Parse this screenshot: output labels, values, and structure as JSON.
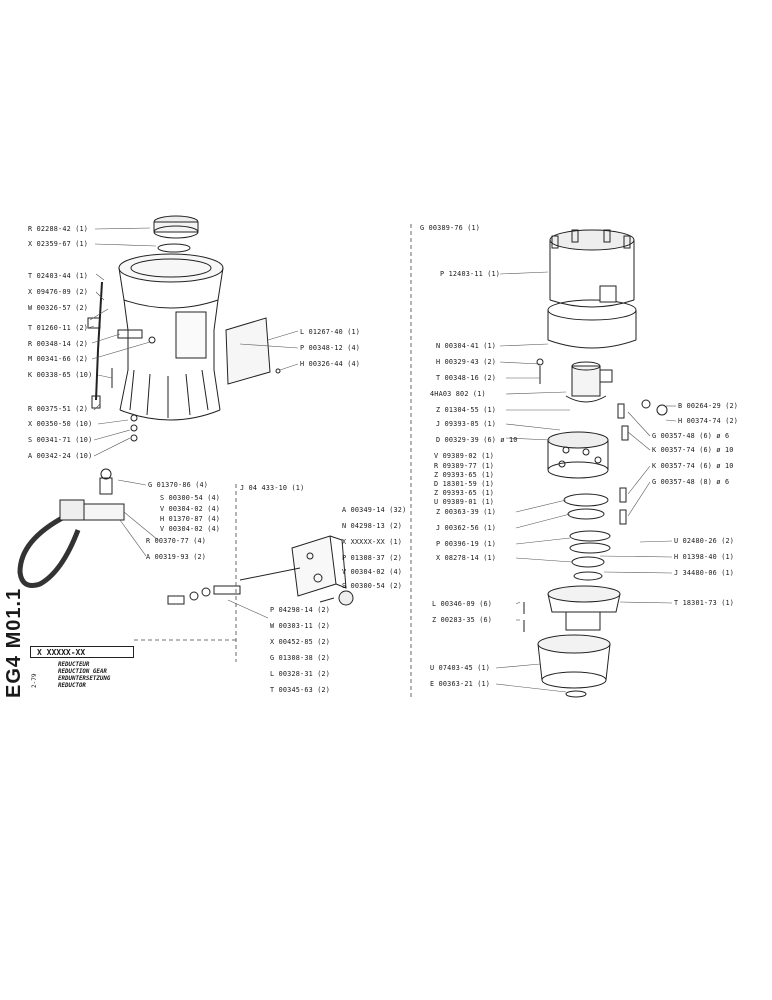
{
  "document": {
    "drawing_code": "EG4 M01.1",
    "date_code": "2-79",
    "ref_number": "X XXXXX-XX",
    "titles": [
      "REDUCTEUR",
      "REDUCTION GEAR",
      "ERDUNTERSETZUNG",
      "REDUCTOR"
    ]
  },
  "left_labels": [
    "R 02288-42 (1)",
    "X 02359-67 (1)",
    "T 02403-44 (1)",
    "X 09476-09 (2)",
    "W 00326-57 (2)",
    "T 01260-11 (2)",
    "R 00348-14 (2)",
    "M 00341-66 (2)",
    "K 00338-65 (10)",
    "R 00375-51 (2)",
    "X 00350-50 (10)",
    "S 00341-71 (10)",
    "A 00342-24 (10)"
  ],
  "mid_labels": [
    "L 01267-40 (1)",
    "P 00348-12 (4)",
    "H 00326-44 (4)"
  ],
  "lower_left_labels": [
    "G 01370-86 (4)",
    "S 00300-54 (4)",
    "V 00304-02 (4)",
    "H 01370-87 (4)",
    "V 00304-02 (4)",
    "R 00370-77 (4)",
    "A 00319-93 (2)"
  ],
  "kit_label": "J 04 433-10 (1)",
  "valve_labels_right": [
    "A 00349-14 (32)",
    "N 04298-13 (2)",
    "X XXXXX-XX (1)",
    "P 01308-37 (2)",
    "V 00304-02 (4)",
    "S 00300-54 (2)"
  ],
  "valve_labels_bottom": [
    "P 04298-14 (2)",
    "W 00303-11 (2)",
    "X 00452-85 (2)",
    "G 01308-38 (2)",
    "L 00328-31 (2)",
    "T 00345-63 (2)"
  ],
  "right_top_label": "G 00389-76 (1)",
  "right_labels_left": [
    "P 12403-11 (1)",
    "N 00304-41 (1)",
    "H 00329-43 (2)",
    "T 00348-16 (2)",
    "4HA03  802 (1)",
    "Z 01304-55 (1)",
    "J 09393-05 (1)",
    "D 00329-39 (6) ø 10",
    "V 09389-02 (1)",
    "R 09389-77 (1)",
    "Z 09393-65 (1)",
    "D 18301-59 (1)",
    "Z 09393-65 (1)",
    "U 09389-01 (1)",
    "Z 00363-39 (1)",
    "J 00362-56 (1)",
    "P 00396-19 (1)",
    "X 08278-14 (1)",
    "L 00346-09 (6)",
    "Z 00283-35 (6)",
    "U 07403-45 (1)",
    "E 00363-21 (1)"
  ],
  "right_labels_right": [
    "B 00264-29 (2)",
    "H 00374-74 (2)",
    "G 00357-48 (6) ø 6",
    "K 00357-74 (6) ø 10",
    "K 00357-74 (6) ø 10",
    "G 00357-48 (8) ø 6",
    "U 02480-26 (2)",
    "H 01398-40 (1)",
    "J 34480-06 (1)",
    "T 18301-73 (1)"
  ]
}
